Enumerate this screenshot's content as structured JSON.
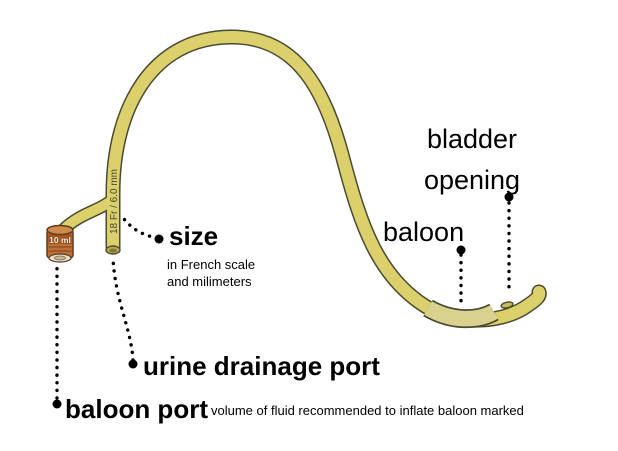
{
  "labels": {
    "bladder_opening": {
      "line1": "bladder",
      "line2": "opening"
    },
    "balloon": "baloon",
    "size": "size",
    "size_note1": "in French scale",
    "size_note2": "and milimeters",
    "urine_drainage_port": "urine drainage port",
    "balloon_port": "baloon port",
    "balloon_port_note": "volume of fluid recommended to inflate baloon marked",
    "tube_marking": "18 Fr / 6.0 mm",
    "port_volume_label": "10 ml"
  },
  "colors": {
    "tube": "#dcd06c",
    "tube_outline": "#4b4a32",
    "balloon_segment": "#d9d18e",
    "cap": "#bf7038",
    "cap_band": "#a8561f",
    "cap_top": "#cf8a4e",
    "cap_bottom": "#e9e1d0",
    "opening_fill": "#c9bc56",
    "marking_text": "#4a4733"
  }
}
